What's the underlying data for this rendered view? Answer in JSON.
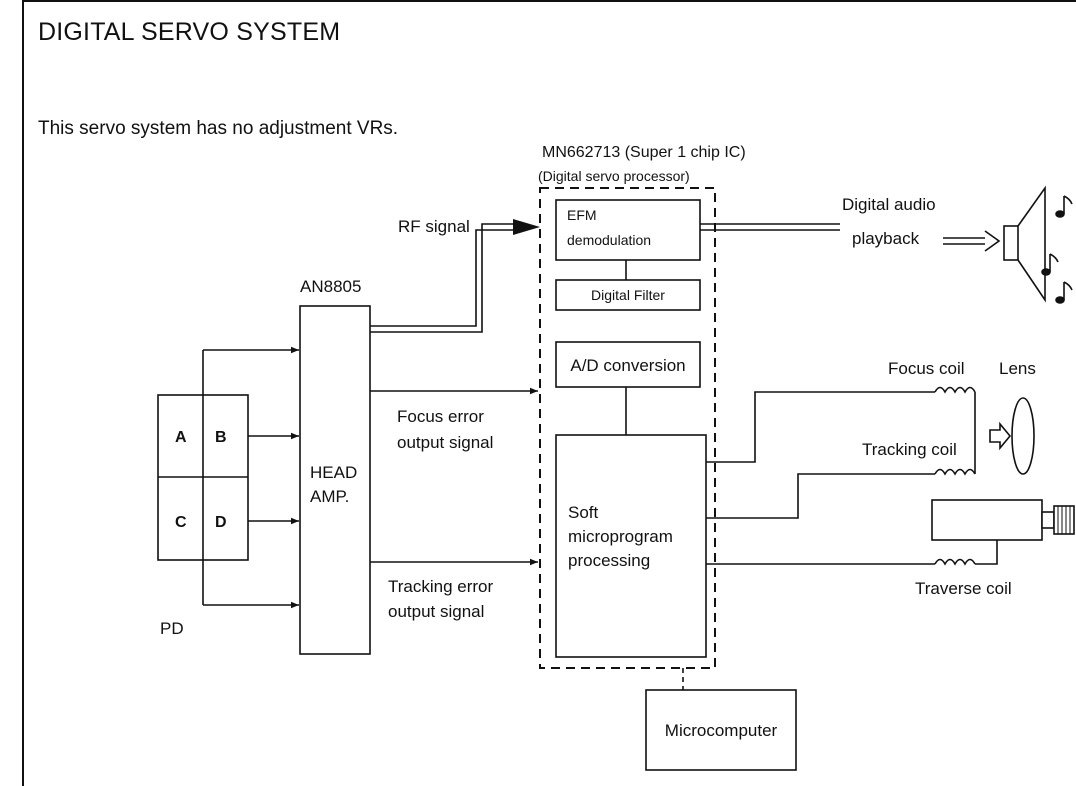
{
  "heading": "DIGITAL SERVO SYSTEM",
  "note": "This servo system has no adjustment VRs.",
  "ic": {
    "part_number": "MN662713 (Super 1 chip IC)",
    "role": "(Digital servo processor)",
    "blocks": {
      "efm_line1": "EFM",
      "efm_line2": "demodulation",
      "digital_filter": "Digital Filter",
      "ad_conversion": "A/D conversion",
      "soft_line1": "Soft",
      "soft_line2": "microprogram",
      "soft_line3": "processing"
    }
  },
  "head_amp": {
    "part_number": "AN8805",
    "label_line1": "HEAD",
    "label_line2": "AMP."
  },
  "photodiode": {
    "label": "PD",
    "segments": [
      "A",
      "B",
      "C",
      "D"
    ]
  },
  "signals": {
    "rf": "RF signal",
    "focus_line1": "Focus error",
    "focus_line2": "output signal",
    "tracking_line1": "Tracking error",
    "tracking_line2": "output signal",
    "audio_line1": "Digital audio",
    "audio_line2": "playback"
  },
  "coils": {
    "focus": "Focus coil",
    "tracking": "Tracking coil",
    "traverse": "Traverse coil"
  },
  "lens": "Lens",
  "microcomputer": "Microcomputer",
  "colors": {
    "ink": "#111111",
    "background": "#ffffff"
  }
}
